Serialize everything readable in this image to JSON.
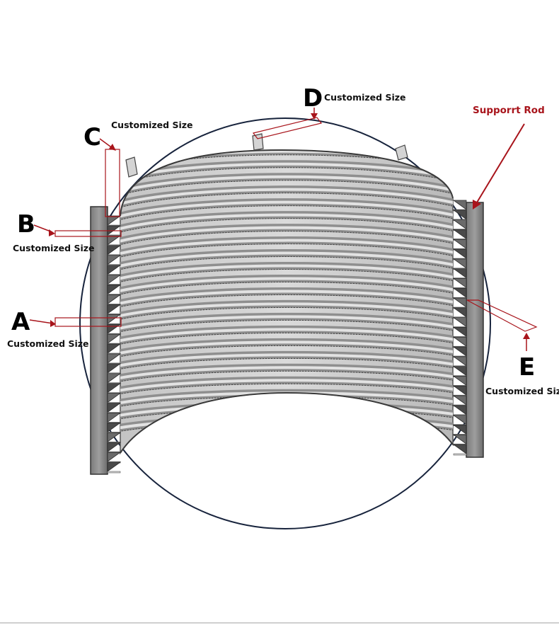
{
  "labels": {
    "a": {
      "letter": "A",
      "caption": "Customized Size"
    },
    "b": {
      "letter": "B",
      "caption": "Customized Size"
    },
    "c": {
      "letter": "C",
      "caption": "Customized Size"
    },
    "d": {
      "letter": "D",
      "caption": "Customized Size"
    },
    "e": {
      "letter": "E",
      "caption": "Customized Size"
    },
    "support": {
      "caption": "Supporrt Rod"
    }
  },
  "colors": {
    "accent": "#a8141b",
    "circle": "#17233c",
    "metal_light": "#cfcfcf",
    "metal_mid": "#9a9a9a",
    "metal_dark": "#5e5e5e"
  },
  "rings": {
    "count": 22
  }
}
